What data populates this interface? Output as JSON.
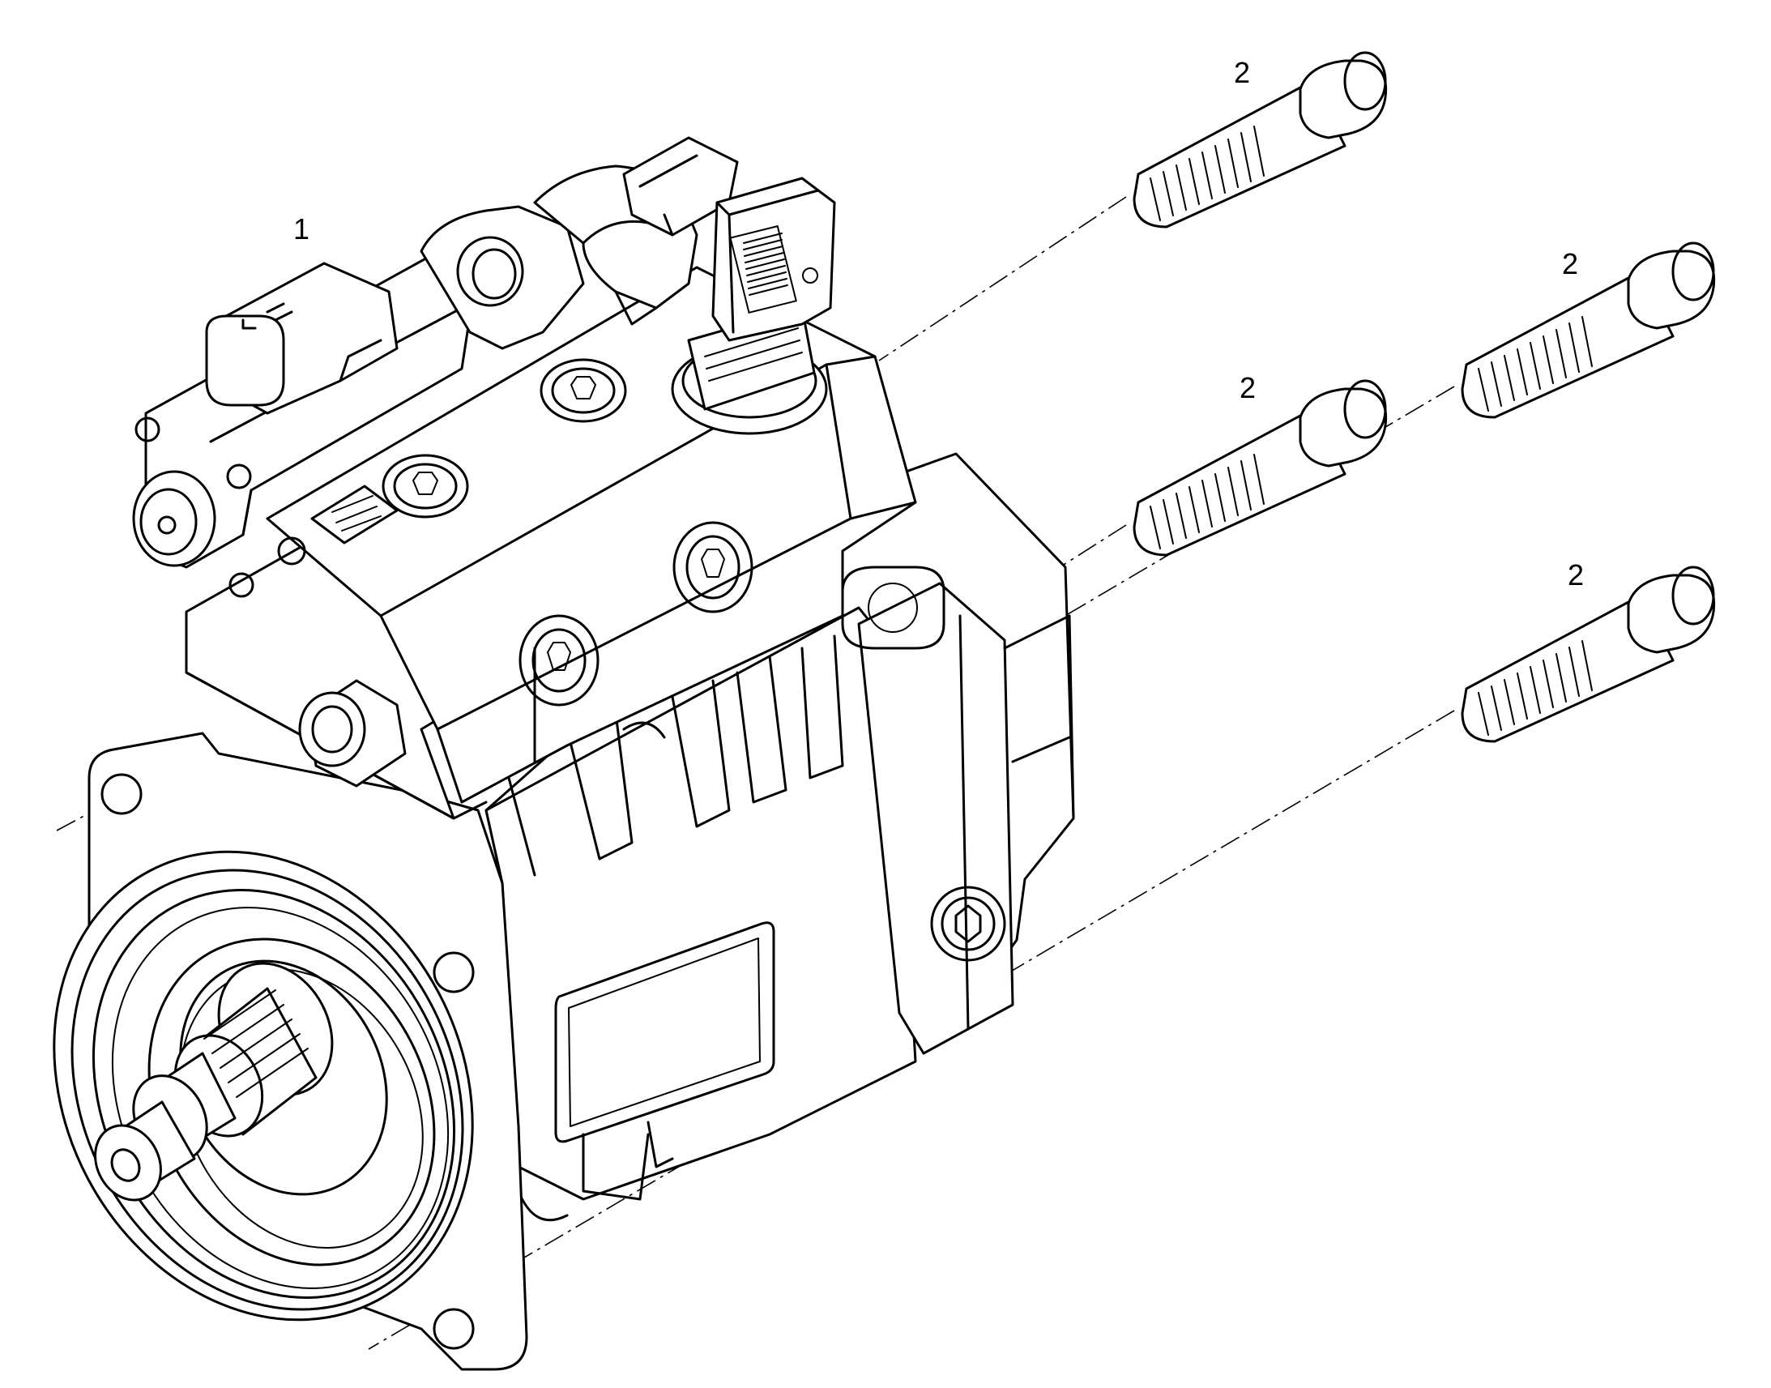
{
  "callouts": [
    {
      "id": "callout-1",
      "label": "1"
    },
    {
      "id": "callout-2a",
      "label": "2"
    },
    {
      "id": "callout-2b",
      "label": "2"
    },
    {
      "id": "callout-2c",
      "label": "2"
    },
    {
      "id": "callout-2d",
      "label": "2"
    }
  ],
  "colors": {
    "line": "#000000",
    "background": "#ffffff"
  }
}
